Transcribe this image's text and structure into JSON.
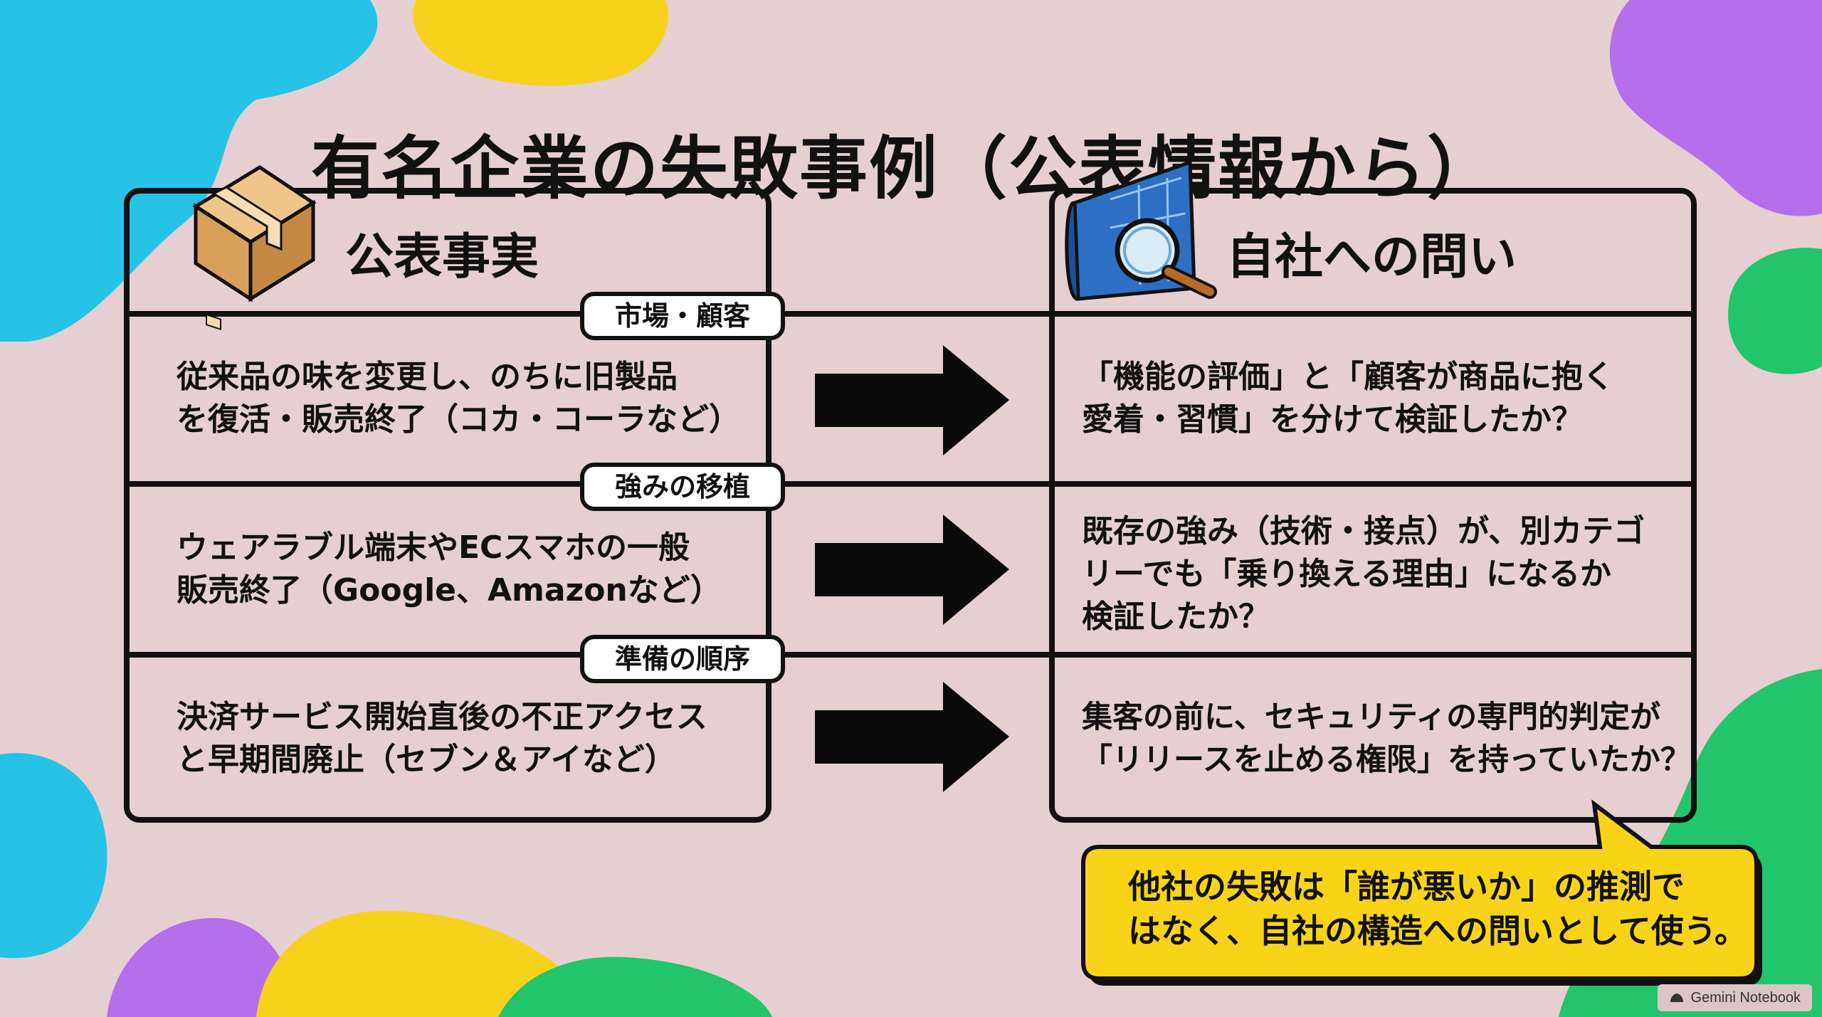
{
  "title": "有名企業の失敗事例（公表情報から）",
  "headers": {
    "left": "公表事実",
    "right": "自社への問い"
  },
  "rows": [
    {
      "badge": "市場・顧客",
      "fact": [
        "従来品の味を変更し、のちに旧製品",
        "を復活・販売終了（コカ・コーラなど）"
      ],
      "question": [
        "「機能の評価」と「顧客が商品に抱く",
        "愛着・習慣」を分けて検証したか？"
      ]
    },
    {
      "badge": "強みの移植",
      "fact": [
        "ウェアラブル端末やECスマホの一般",
        "販売終了（Google、Amazonなど）"
      ],
      "question": [
        "既存の強み（技術・接点）が、別カテゴ",
        "リーでも「乗り換える理由」になるか",
        "検証したか？"
      ]
    },
    {
      "badge": "準備の順序",
      "fact": [
        "決済サービス開始直後の不正アクセス",
        "と早期間廃止（セブン＆アイなど）"
      ],
      "question": [
        "集客の前に、セキュリティの専門的判定が",
        "「リリースを止める権限」を持っていたか？"
      ]
    }
  ],
  "callout": [
    "他社の失敗は「誰が悪いか」の推測で",
    "はなく、自社の構造への問いとして使う。"
  ],
  "footer": "Gemini Notebook",
  "colors": {
    "background": "#e5cfd0",
    "cyan": "#27c3e6",
    "yellow": "#f7d21d",
    "purple": "#b56fea",
    "green": "#22c46c",
    "callout": "#f8d317"
  },
  "icons": [
    "cardboard-box-icon",
    "blueprint-magnifier-icon",
    "right-arrow-icon"
  ]
}
